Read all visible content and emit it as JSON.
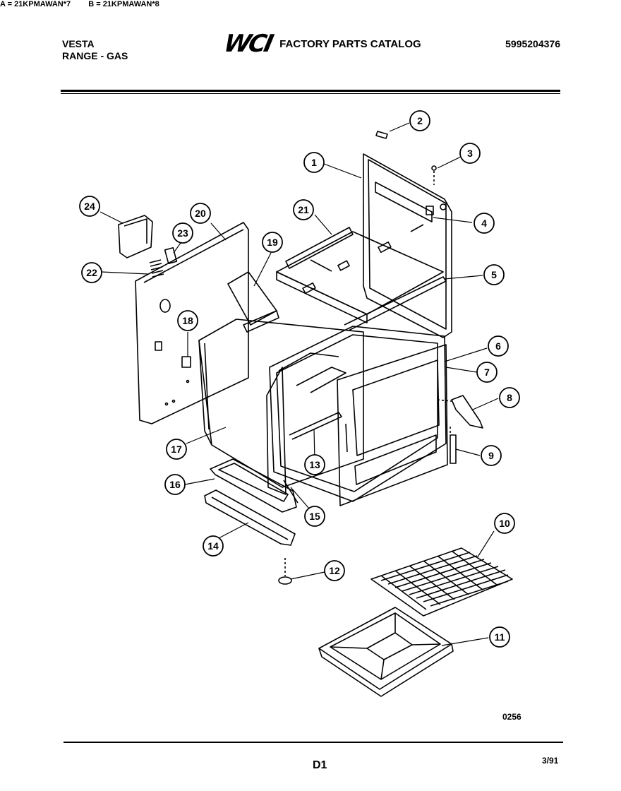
{
  "header": {
    "brand": "VESTA",
    "product": "RANGE - GAS",
    "logo": "WCI",
    "catalog_title": "FACTORY PARTS CATALOG",
    "catalog_number": "5995204376"
  },
  "models": {
    "a": "A = 21KPMAWAN*7",
    "b": "B = 21KPMAWAN*8"
  },
  "callouts": [
    "1",
    "2",
    "3",
    "4",
    "5",
    "6",
    "7",
    "8",
    "9",
    "10",
    "11",
    "12",
    "13",
    "14",
    "15",
    "16",
    "17",
    "18",
    "19",
    "20",
    "21",
    "22",
    "23",
    "24"
  ],
  "footer": {
    "drawing_code": "0256",
    "page_id": "D1",
    "date": "3/91"
  },
  "colors": {
    "ink": "#000000",
    "paper": "#ffffff"
  }
}
